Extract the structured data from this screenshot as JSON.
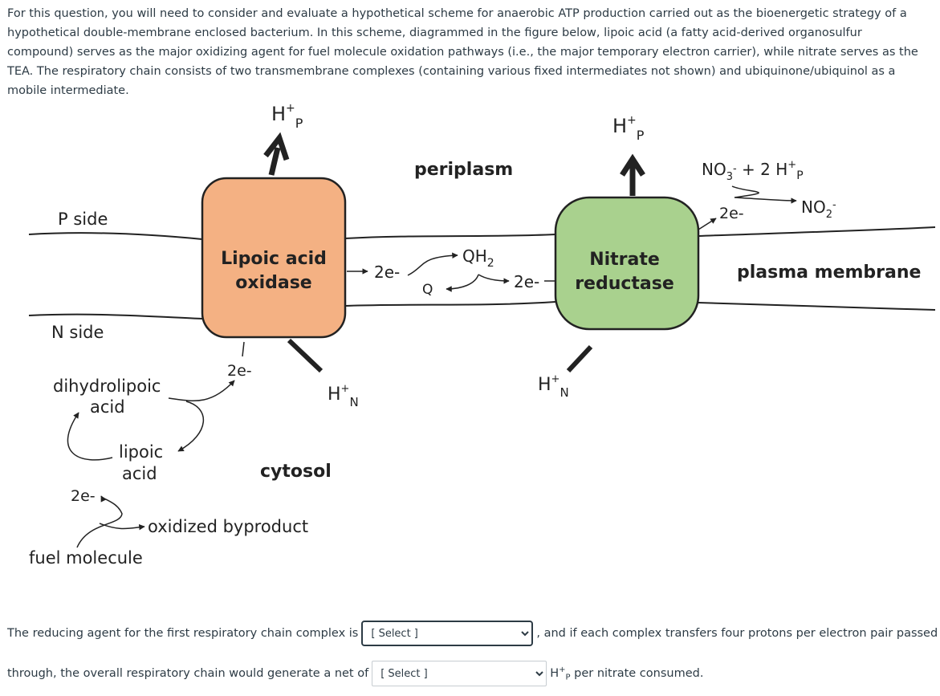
{
  "intro_text": "For this question, you will need to consider and evaluate a hypothetical scheme for anaerobic ATP production carried out as the bioenergetic strategy of a hypothetical double-membrane enclosed bacterium. In this scheme, diagrammed in the figure below, lipoic acid (a fatty acid-derived organosulfur compound) serves as the major oxidizing agent for fuel molecule oxidation pathways (i.e., the major temporary electron carrier), while nitrate serves as the TEA. The respiratory chain consists of two transmembrane complexes (containing various fixed intermediates not shown) and ubiquinone/ubiquinol as a mobile intermediate.",
  "diagram": {
    "p_side": "P side",
    "n_side": "N side",
    "periplasm": "periplasm",
    "cytosol": "cytosol",
    "plasma_membrane": "plasma membrane",
    "complex1_line1": "Lipoic acid",
    "complex1_line2": "oxidase",
    "complex2_line1": "Nitrate",
    "complex2_line2": "reductase",
    "h_main": "H",
    "h_sup": "+",
    "h_p_sub": "P",
    "h_n_sub": "N",
    "two_e": "2e-",
    "q": "Q",
    "qh": "QH",
    "qh_sub": "2",
    "no3": "NO",
    "no3_sub": "3",
    "no3_sup": "-",
    "no3_rest": " + 2 H",
    "no2": "NO",
    "no2_sub": "2",
    "no2_sup": "-",
    "dihydrolipoic_line1": "dihydrolipoic",
    "dihydrolipoic_line2": "acid",
    "lipoic_line1": "lipoic",
    "lipoic_line2": "acid",
    "oxidized_byproduct": "oxidized byproduct",
    "fuel_molecule": "fuel molecule",
    "colors": {
      "complex1_fill": "#f4b183",
      "complex2_fill": "#a9d18e"
    }
  },
  "question": {
    "part1": "The reducing agent for the first respiratory chain complex is",
    "part2": ", and if each complex transfers four protons per electron pair passed",
    "part3": "through, the overall respiratory chain would generate a net of",
    "part4_h": "H",
    "part4_sup": "+",
    "part4_sub": "P",
    "part4_rest": " per nitrate consumed.",
    "select1_value": "[ Select ]",
    "select2_value": "[ Select ]"
  }
}
